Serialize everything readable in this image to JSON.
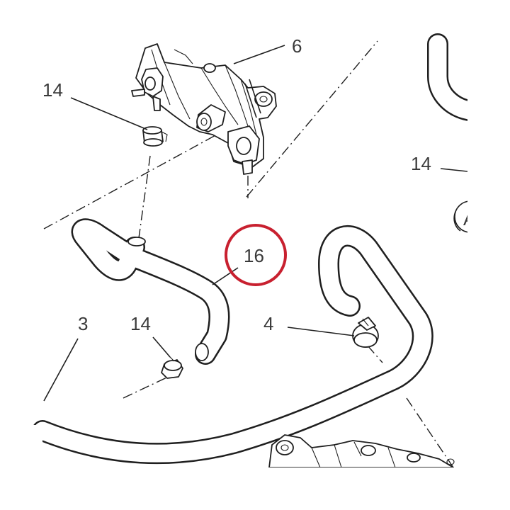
{
  "diagram": {
    "callouts": {
      "c6": "6",
      "c14_top_left": "14",
      "c14_right": "14",
      "c14_bottom": "14",
      "c16": "16",
      "c3": "3",
      "c4": "4",
      "cA": "A"
    },
    "highlight_color": "#c8202f",
    "line_color": "#1f1f1f"
  }
}
